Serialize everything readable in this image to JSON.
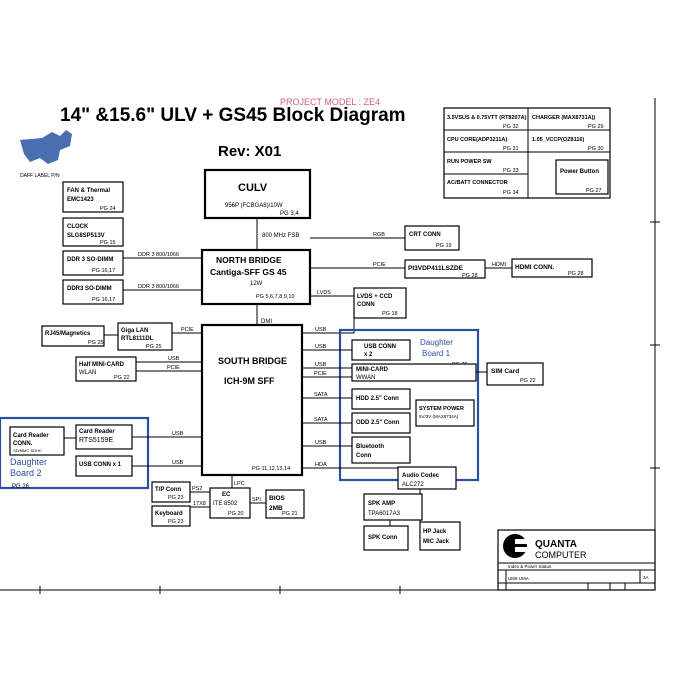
{
  "title": "14\" &15.6\" ULV + GS45 Block Diagram",
  "title_overlay": "PROJECT MODEL : ZE4",
  "revision": "Rev: X01",
  "logo": {
    "text": "DAFF LABEL P/N"
  },
  "cpu": {
    "name": "CULV",
    "detail": "956P (FCBGA8)/10W",
    "page": "PG 3,4"
  },
  "fsb_label": "800 MHz FSB",
  "north_bridge": {
    "line1": "NORTH BRIDGE",
    "line2": "Cantiga-SFF GS 45",
    "power": "12W",
    "page": "PG 5,6,7,8,9,10"
  },
  "south_bridge": {
    "line1": "SOUTH BRIDGE",
    "line2": "ICH-9M SFF",
    "page": "PG 11,12,13,14"
  },
  "dmi_label": "DMI",
  "left_blocks": {
    "fan": {
      "line1": "FAN & Thermal",
      "line2": "EMC1423",
      "page": "PG 24"
    },
    "clock": {
      "line1": "CLOCK",
      "line2": "SLG8SP513V",
      "page": "PG 15"
    },
    "ddr1": {
      "label": "DDR 3 SO-DIMM",
      "page": "PG 16,17",
      "bus": "DDR 3  800/1066"
    },
    "ddr2": {
      "label": "DDR3 SO-DIMM",
      "page": "PG 16,17",
      "bus": "DDR 3  800/1066"
    },
    "rj45": {
      "label": "RJ45/Magnetics",
      "page": "PG 25"
    },
    "lan": {
      "line1": "Giga LAN",
      "line2": "RTL8111DL",
      "page": "PG 25",
      "bus": "PCIE"
    },
    "minicard": {
      "line1": "Half MINI-CARD",
      "line2": "WLAN",
      "page": "PG 22",
      "bus1": "USB",
      "bus2": "PCIE"
    }
  },
  "right_blocks": {
    "crt": {
      "label": "CRT CONN",
      "page": "PG 19",
      "bus": "RGB"
    },
    "pi3": {
      "label": "PI3VDP411LSZDE",
      "page": "PG 28",
      "bus": "PCIE"
    },
    "hdmi": {
      "label": "HDMI CONN.",
      "page": "PG 28",
      "bus": "HDMI"
    },
    "lvds": {
      "line1": "LVDS + CCD",
      "line2": "CONN",
      "page": "PG 18",
      "bus": "LVDS"
    }
  },
  "daughter1": {
    "title1": "Daughter",
    "title2": "Board 1",
    "page": "PG 26",
    "usb": {
      "line1": "USB CONN",
      "line2": "x 2",
      "bus": "USB"
    },
    "mini": {
      "line1": "MINI-CARD",
      "line2": "WWAN",
      "bus1": "USB",
      "bus2": "PCIE"
    },
    "hdd": {
      "label": "HDD 2.5\" Conn",
      "bus": "SATA"
    },
    "odd": {
      "label": "ODD 2.5\" Conn",
      "bus": "SATA"
    },
    "bt": {
      "line1": "Bluetooth",
      "line2": "Conn",
      "bus": "USB"
    },
    "syspower": {
      "label": "SYSTEM POWER",
      "detail": "5V/3V (MAX8734A)"
    }
  },
  "sim": {
    "label": "SIM Card",
    "page": "PG 22"
  },
  "sb_bus": {
    "usb_top": "USB",
    "usb2": "USB",
    "pcie": "PCIE",
    "hda": "HDA"
  },
  "daughter2": {
    "title1": "Daughter",
    "title2": "Board 2",
    "page": "PG 26",
    "cr_conn": {
      "line1": "Card Reader",
      "line2": "CONN.",
      "line3": "SD/MMC SDHC"
    },
    "cr": {
      "line1": "Card Reader",
      "line2": "RTS5159E",
      "bus": "USB"
    },
    "usb": {
      "label": "USB CONN x 1",
      "bus": "USB"
    }
  },
  "audio": {
    "codec": {
      "line1": "Audio Codec",
      "line2": "ALC272"
    },
    "amp": {
      "line1": "SPK AMP",
      "line2": "TPA6017A3"
    },
    "spk": {
      "label": "SPK Conn"
    },
    "hp": {
      "line1": "HP Jack",
      "line2": "MIC Jack"
    }
  },
  "lpc": {
    "lpc_label": "LPC",
    "ec": {
      "line1": "EC",
      "line2": "ITE 8502",
      "page": "PG 20"
    },
    "bios": {
      "line1": "BIOS",
      "line2": "2MB",
      "page": "PG 21",
      "bus": "SPI"
    },
    "tp": {
      "label": "T/P Conn",
      "page": "PG 23",
      "bus": "PS2"
    },
    "kb": {
      "label": "Keyboard",
      "page": "PG 23",
      "bus": "17X8"
    }
  },
  "power_table": {
    "cells": [
      {
        "label": "3.5VSUS & 0.75VTT (RT8207A)",
        "page": "PG 32"
      },
      {
        "label": "CHARGER (MAX8731A))",
        "page": "PG 29"
      },
      {
        "label": "CPU CORE(ADP3211A)",
        "page": "PG 31"
      },
      {
        "label": "1.05_VCCP(OZ8116)",
        "page": "PG 30"
      },
      {
        "label": "RUN POWER SW",
        "page": "PG 33"
      },
      {
        "label": "AC/BATT CONNECTOR",
        "page": "PG 34"
      },
      {
        "label": "Power Button",
        "page": "PG 27"
      }
    ]
  },
  "title_block": {
    "company1": "QUANTA",
    "company2": "COMPUTER",
    "sheet_title": "Index & Power Status",
    "project": "UM8 UMA",
    "size": "3A"
  }
}
